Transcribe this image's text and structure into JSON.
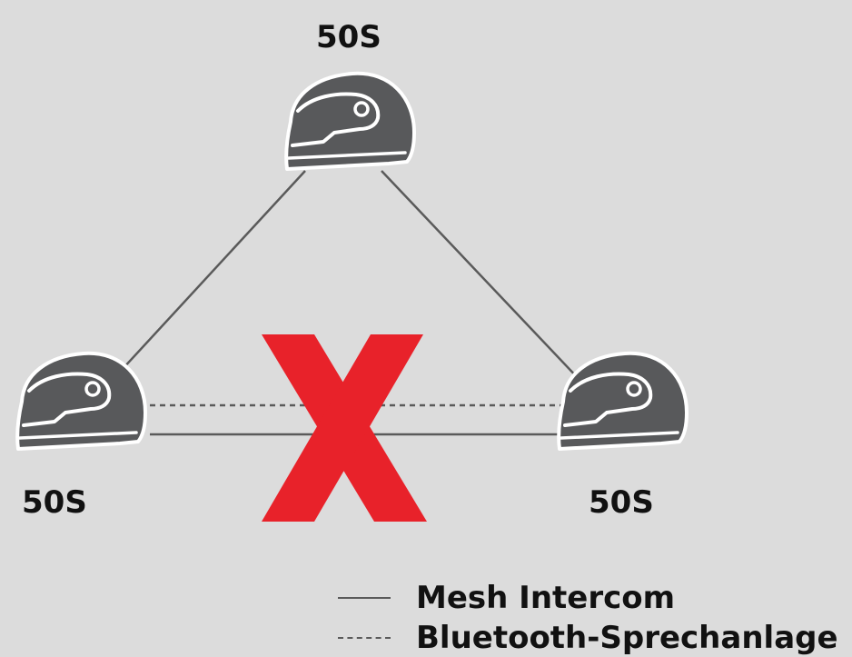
{
  "colors": {
    "background": "#dcdcdc",
    "helmet": "#58595b",
    "link_line": "#5a5a5a",
    "cross_mark": "#e8222a",
    "text": "#111111"
  },
  "nodes": [
    {
      "label": "50S",
      "icon": "helmet-icon"
    },
    {
      "label": "50S",
      "icon": "helmet-icon"
    },
    {
      "label": "50S",
      "icon": "helmet-icon"
    }
  ],
  "cross_mark": {
    "text": "X",
    "meaning": "cross-icon"
  },
  "legend": {
    "items": [
      {
        "style": "solid",
        "label": "Mesh Intercom"
      },
      {
        "style": "dashed",
        "label": "Bluetooth-Sprechanlage"
      }
    ]
  }
}
